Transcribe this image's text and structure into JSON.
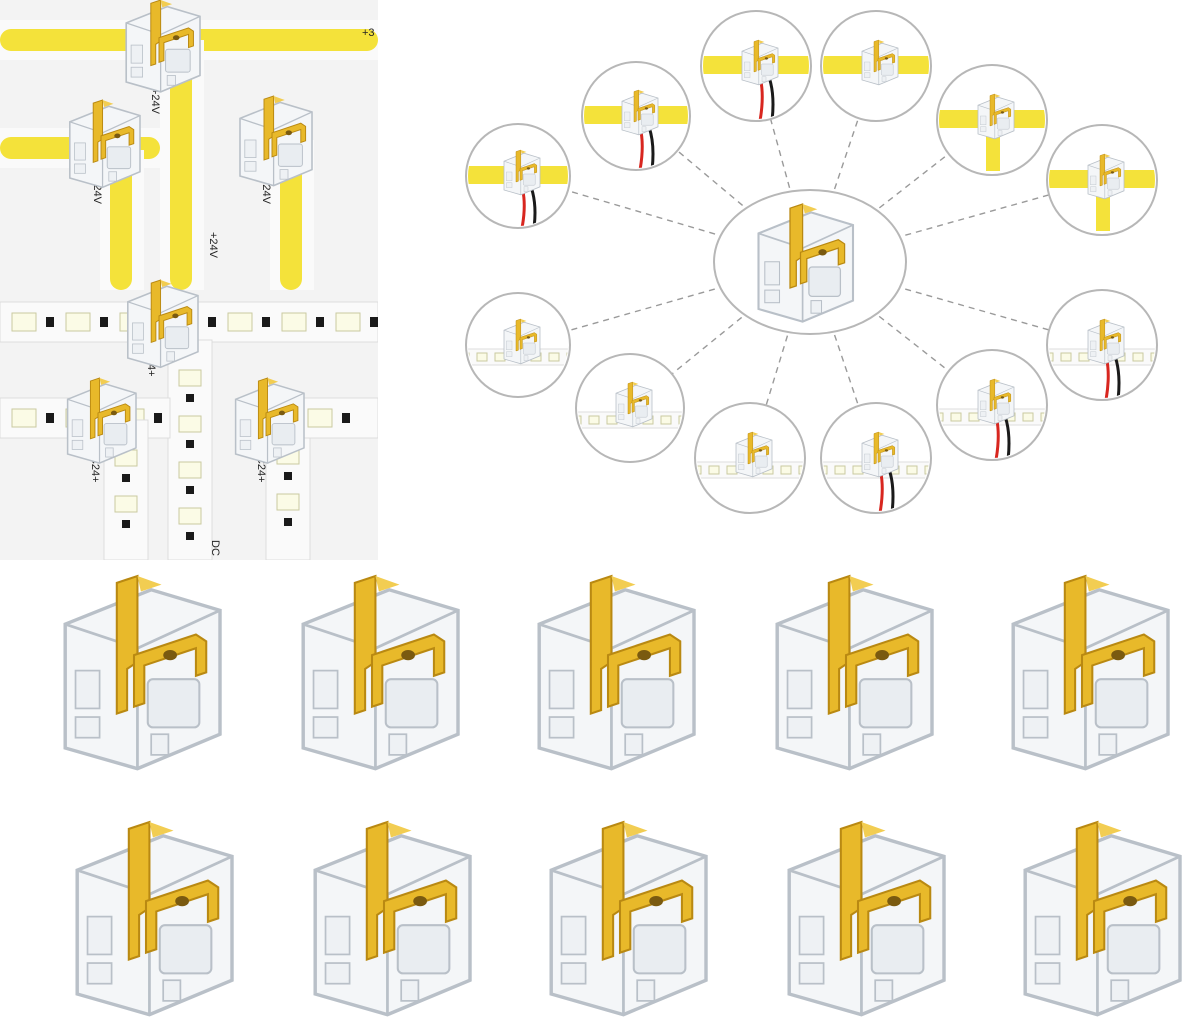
{
  "colors": {
    "gold": "#e8b92a",
    "gold_dark": "#b98912",
    "cob_yellow": "#f4e23a",
    "strip_white": "#fafafa",
    "clear_plastic": "#f4f6f8",
    "plastic_edge": "#b9c0c8",
    "wire_red": "#d8261f",
    "wire_black": "#1a1a1a",
    "led_chip": "#fbfbe6",
    "circle_stroke": "#b7b7b7",
    "dash": "#9a9a9a"
  },
  "left_panel": {
    "cob_labels": [
      "+24V",
      "+24V",
      "+24V",
      "+24V"
    ],
    "smd_labels": [
      "DC24+",
      "DC24+",
      "DC24+",
      "DC"
    ],
    "cob_edge_fragment": "+3"
  },
  "diagram": {
    "center_icon": "connector-icon",
    "satellites": [
      {
        "icon": "cob-strip-to-wire-icon"
      },
      {
        "icon": "cob-strip-to-wire-icon"
      },
      {
        "icon": "cob-strip-to-wire-icon"
      },
      {
        "icon": "cob-strip-to-strip-icon"
      },
      {
        "icon": "cob-strip-connector-icon"
      },
      {
        "icon": "cob-strip-connector-icon"
      },
      {
        "icon": "smd-strip-connector-icon"
      },
      {
        "icon": "smd-strip-connector-icon"
      },
      {
        "icon": "smd-strip-connector-icon"
      },
      {
        "icon": "smd-strip-to-wire-icon"
      },
      {
        "icon": "smd-strip-to-wire-icon"
      },
      {
        "icon": "smd-strip-to-wire-icon"
      }
    ]
  },
  "product_grid": {
    "rows": 2,
    "columns": 5,
    "item_icon": "connector-icon",
    "quantity": 10
  }
}
